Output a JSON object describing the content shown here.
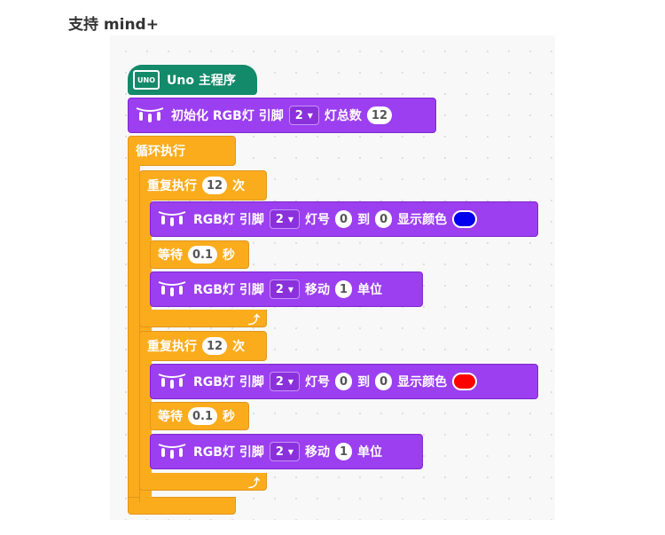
{
  "page": {
    "title": "支持 mind+"
  },
  "hat": {
    "label": "Uno 主程序",
    "board_icon": "UNO",
    "color": "#138a6a"
  },
  "init": {
    "label1": "初始化 RGB灯 引脚",
    "pin": "2",
    "label2": "灯总数",
    "count": "12"
  },
  "loop": {
    "label": "循环执行"
  },
  "repeat1": {
    "label1": "重复执行",
    "times": "12",
    "label2": "次",
    "set_color": {
      "label1": "RGB灯 引脚",
      "pin": "2",
      "label2": "灯号",
      "from": "0",
      "label3": "到",
      "to": "0",
      "label4": "显示颜色",
      "color": "#0000ee"
    },
    "wait": {
      "label1": "等待",
      "seconds": "0.1",
      "label2": "秒"
    },
    "shift": {
      "label1": "RGB灯 引脚",
      "pin": "2",
      "label2": "移动",
      "units": "1",
      "label3": "单位"
    }
  },
  "repeat2": {
    "label1": "重复执行",
    "times": "12",
    "label2": "次",
    "set_color": {
      "label1": "RGB灯 引脚",
      "pin": "2",
      "label2": "灯号",
      "from": "0",
      "label3": "到",
      "to": "0",
      "label4": "显示颜色",
      "color": "#ff0000"
    },
    "wait": {
      "label1": "等待",
      "seconds": "0.1",
      "label2": "秒"
    },
    "shift": {
      "label1": "RGB灯 引脚",
      "pin": "2",
      "label2": "移动",
      "units": "1",
      "label3": "单位"
    }
  },
  "colors": {
    "purple": "#9b3ff0",
    "orange": "#fbac1d",
    "green": "#138a6a"
  }
}
